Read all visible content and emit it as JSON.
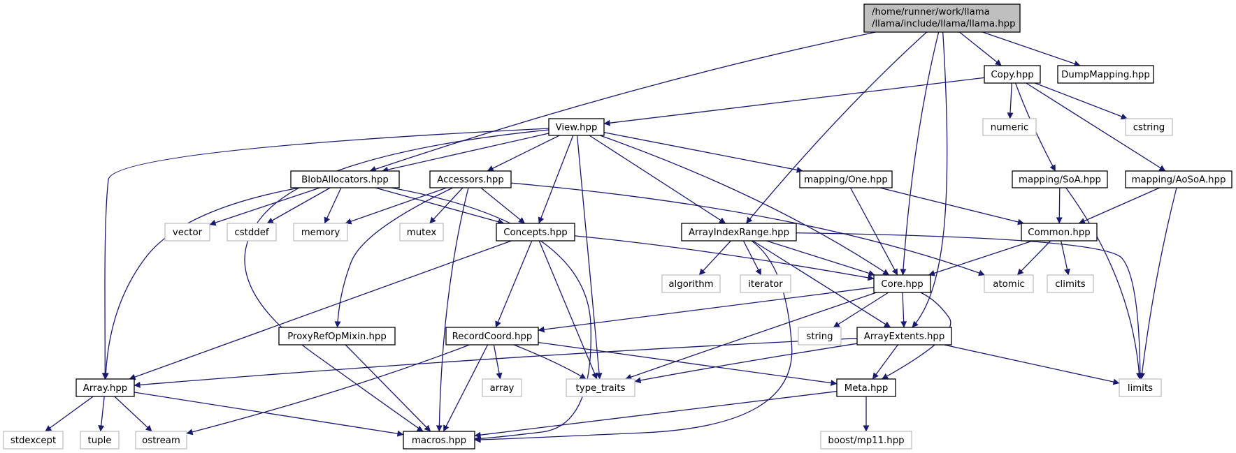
{
  "graph": {
    "root": {
      "line1": "/home/runner/work/llama",
      "line2": "/llama/include/llama/llama.hpp"
    },
    "nodes": {
      "dump": "DumpMapping.hpp",
      "copy": "Copy.hpp",
      "view": "View.hpp",
      "numeric": "numeric",
      "cstring": "cstring",
      "blob": "BlobAllocators.hpp",
      "accessors": "Accessors.hpp",
      "mapone": "mapping/One.hpp",
      "mapsoa": "mapping/SoA.hpp",
      "mapaosoa": "mapping/AoSoA.hpp",
      "vector": "vector",
      "cstddef": "cstddef",
      "memory": "memory",
      "mutex": "mutex",
      "concepts": "Concepts.hpp",
      "air": "ArrayIndexRange.hpp",
      "common": "Common.hpp",
      "algorithm": "algorithm",
      "iterator": "iterator",
      "core": "Core.hpp",
      "atomic": "atomic",
      "climits": "climits",
      "proxy": "ProxyRefOpMixin.hpp",
      "recordcoord": "RecordCoord.hpp",
      "string": "string",
      "extents": "ArrayExtents.hpp",
      "array_hpp": "Array.hpp",
      "array": "array",
      "type_traits": "type_traits",
      "meta": "Meta.hpp",
      "limits": "limits",
      "stdexcept": "stdexcept",
      "tuple": "tuple",
      "ostream": "ostream",
      "macros": "macros.hpp",
      "mp11": "boost/mp11.hpp"
    },
    "edges": [
      [
        "root",
        "blob"
      ],
      [
        "root",
        "air"
      ],
      [
        "root",
        "core"
      ],
      [
        "root",
        "extents"
      ],
      [
        "root",
        "copy"
      ],
      [
        "root",
        "dump"
      ],
      [
        "copy",
        "view"
      ],
      [
        "copy",
        "numeric"
      ],
      [
        "copy",
        "cstring"
      ],
      [
        "copy",
        "mapsoa"
      ],
      [
        "copy",
        "mapaosoa"
      ],
      [
        "view",
        "array_hpp"
      ],
      [
        "view",
        "blob"
      ],
      [
        "view",
        "macros"
      ],
      [
        "view",
        "accessors"
      ],
      [
        "view",
        "concepts"
      ],
      [
        "view",
        "type_traits"
      ],
      [
        "view",
        "air"
      ],
      [
        "view",
        "core"
      ],
      [
        "view",
        "mapone"
      ],
      [
        "blob",
        "array_hpp"
      ],
      [
        "blob",
        "vector"
      ],
      [
        "blob",
        "cstddef"
      ],
      [
        "blob",
        "memory"
      ],
      [
        "blob",
        "concepts"
      ],
      [
        "blob",
        "macros"
      ],
      [
        "accessors",
        "memory"
      ],
      [
        "accessors",
        "mutex"
      ],
      [
        "accessors",
        "proxy"
      ],
      [
        "accessors",
        "macros"
      ],
      [
        "accessors",
        "concepts"
      ],
      [
        "accessors",
        "atomic"
      ],
      [
        "mapone",
        "core"
      ],
      [
        "mapone",
        "common"
      ],
      [
        "mapsoa",
        "common"
      ],
      [
        "mapsoa",
        "limits"
      ],
      [
        "mapaosoa",
        "common"
      ],
      [
        "mapaosoa",
        "limits"
      ],
      [
        "concepts",
        "array_hpp"
      ],
      [
        "concepts",
        "recordcoord"
      ],
      [
        "concepts",
        "type_traits"
      ],
      [
        "concepts",
        "core"
      ],
      [
        "air",
        "algorithm"
      ],
      [
        "air",
        "iterator"
      ],
      [
        "air",
        "core"
      ],
      [
        "air",
        "extents"
      ],
      [
        "air",
        "macros"
      ],
      [
        "air",
        "limits"
      ],
      [
        "common",
        "core"
      ],
      [
        "common",
        "atomic"
      ],
      [
        "common",
        "climits"
      ],
      [
        "core",
        "recordcoord"
      ],
      [
        "core",
        "string"
      ],
      [
        "core",
        "type_traits"
      ],
      [
        "core",
        "extents"
      ],
      [
        "core",
        "meta"
      ],
      [
        "proxy",
        "macros"
      ],
      [
        "recordcoord",
        "ostream"
      ],
      [
        "recordcoord",
        "array"
      ],
      [
        "recordcoord",
        "macros"
      ],
      [
        "recordcoord",
        "type_traits"
      ],
      [
        "recordcoord",
        "meta"
      ],
      [
        "extents",
        "array_hpp"
      ],
      [
        "extents",
        "type_traits"
      ],
      [
        "extents",
        "meta"
      ],
      [
        "extents",
        "limits"
      ],
      [
        "array_hpp",
        "stdexcept"
      ],
      [
        "array_hpp",
        "tuple"
      ],
      [
        "array_hpp",
        "ostream"
      ],
      [
        "array_hpp",
        "macros"
      ],
      [
        "meta",
        "macros"
      ],
      [
        "meta",
        "mp11"
      ]
    ]
  }
}
